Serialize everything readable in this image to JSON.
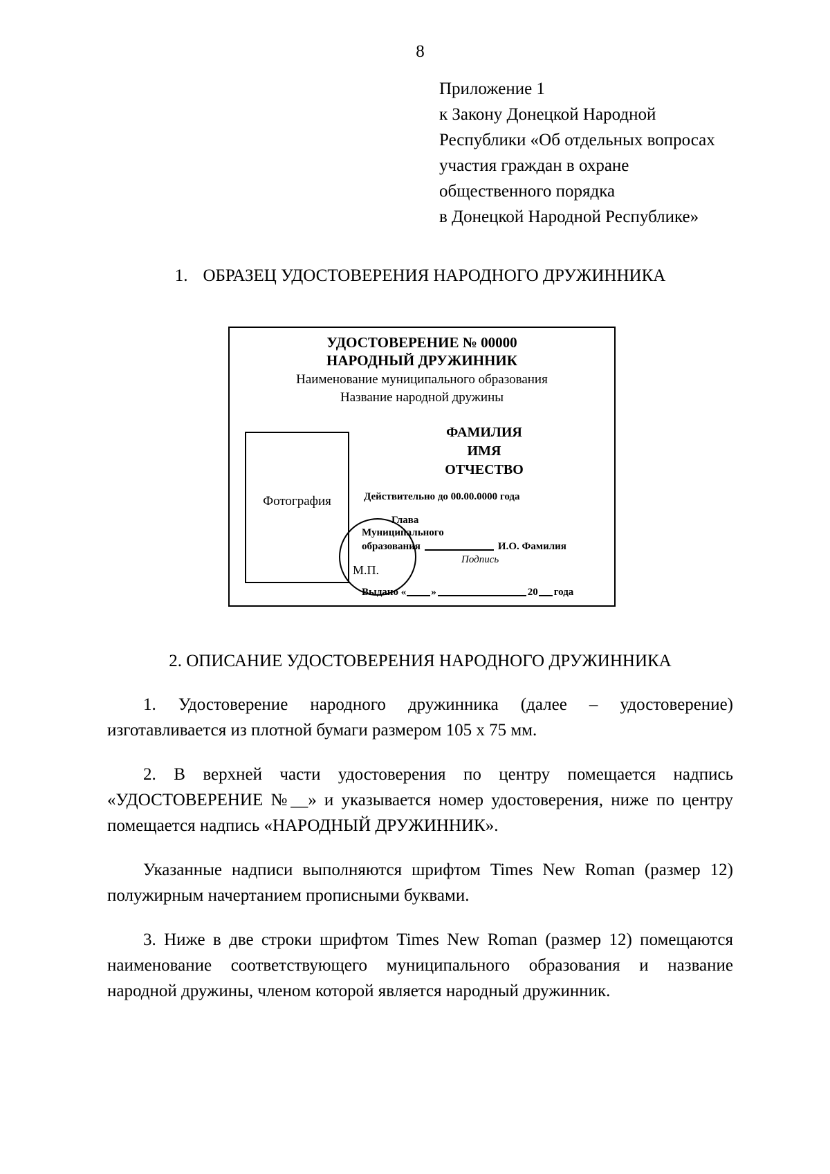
{
  "page": {
    "number": "8"
  },
  "addressee": {
    "lines": [
      "Приложение 1",
      "к Закону Донецкой Народной",
      "Республики «Об отдельных вопросах",
      "участия граждан в охране",
      "общественного порядка",
      "в Донецкой Народной Республике»"
    ]
  },
  "section1": {
    "number": "1.",
    "title": "ОБРАЗЕЦ УДОСТОВЕРЕНИЯ НАРОДНОГО ДРУЖИННИКА"
  },
  "certificate": {
    "title": "УДОСТОВЕРЕНИЕ № 00000",
    "subtitle": "НАРОДНЫЙ ДРУЖИННИК",
    "municipality": "Наименование муниципального образования",
    "squad": "Название народной дружины",
    "photo_label": "Фотография",
    "name_lines": [
      "ФАМИЛИЯ",
      "ИМЯ",
      "ОТЧЕСТВО"
    ],
    "valid_until": "Действительно до 00.00.0000 года",
    "head_line1": "Глава",
    "head_line2": "Муниципального",
    "head_line3_prefix": "образования",
    "head_line3_suffix": "И.О. Фамилия",
    "signature_caption": "Подпись",
    "stamp_label": "М.П.",
    "issued_prefix": "Выдано «",
    "issued_mid": "»",
    "issued_year": "20",
    "issued_suffix": "года"
  },
  "section2": {
    "title": "2. ОПИСАНИЕ УДОСТОВЕРЕНИЯ НАРОДНОГО ДРУЖИННИКА"
  },
  "body": {
    "paragraphs": [
      "1. Удостоверение народного дружинника (далее – удостоверение) изготавливается из плотной бумаги размером 105 х 75 мм.",
      "2. В верхней части удостоверения по центру помещается надпись «УДОСТОВЕРЕНИЕ №__» и указывается номер удостоверения, ниже по центру помещается надпись «НАРОДНЫЙ ДРУЖИННИК».",
      "Указанные надписи выполняются шрифтом Times New Roman (размер 12) полужирным начертанием прописными буквами.",
      "3. Ниже в две строки шрифтом Times New Roman (размер 12) помещаются наименование соответствующего муниципального образования и название народной дружины, членом которой является народный дружинник."
    ]
  }
}
